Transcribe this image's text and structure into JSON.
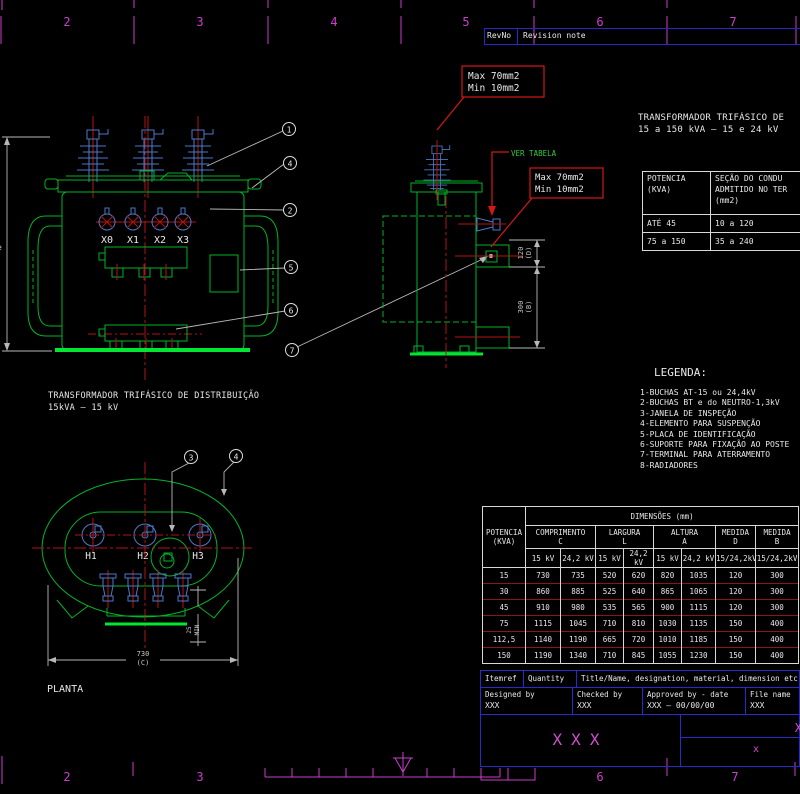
{
  "frame": {
    "top_ruler": [
      "2",
      "3",
      "4",
      "5",
      "6",
      "7"
    ],
    "bottom_ruler": [
      "2",
      "3",
      "6",
      "7"
    ]
  },
  "revision_header": {
    "rev_no": "RevNo",
    "note": "Revision note"
  },
  "annotations": {
    "max_min_top": {
      "line1": "Max 70mm2",
      "line2": "Min 10mm2"
    },
    "max_min_side": {
      "line1": "Max 70mm2",
      "line2": "Min 10mm2"
    },
    "ver_tabela": "VER TABELA"
  },
  "front_view": {
    "lv_bushings": [
      "X0",
      "X1",
      "X2",
      "X3"
    ],
    "callouts": {
      "c1": "1",
      "c2": "2",
      "c4": "4",
      "c5": "5",
      "c6": "6",
      "c7": "7"
    },
    "height_dim_char": "e",
    "title_line1": "TRANSFORMADOR TRIFÁSICO DE DISTRIBUIÇÃO",
    "title_line2": "15kVA – 15 kV"
  },
  "side_view": {
    "dim_d_value": "120",
    "dim_d_ref": "(D)",
    "dim_b_value": "300",
    "dim_b_ref": "(B)"
  },
  "plan_view": {
    "label": "PLANTA",
    "hv_bushings": [
      "H1",
      "H2",
      "H3"
    ],
    "callouts": {
      "c3": "3",
      "c4": "4"
    },
    "dim_c_value": "730",
    "dim_c_ref": "(C)",
    "min_note_value": "25",
    "min_note_unit": "MIN"
  },
  "right_heading": {
    "line1": "TRANSFORMADOR TRIFÁSICO DE",
    "line2": "15 a 150 kVA – 15 e 24 kV"
  },
  "conductor_table": {
    "col1_line1": "POTENCIA",
    "col1_line2": "(KVA)",
    "col2_line1": "SEÇÃO DO CONDU",
    "col2_line2": "ADMITIDO NO TER",
    "col2_line3": "(mm2)",
    "rows": [
      [
        "ATÉ 45",
        "10 a 120"
      ],
      [
        "75 a 150",
        "35 a 240"
      ]
    ]
  },
  "legend": {
    "title": "LEGENDA:",
    "items": [
      "1-BUCHAS AT-15 ou 24,4kV",
      "2-BUCHAS BT e do NEUTRO-1,3kV",
      "3-JANELA DE INSPEÇÃO",
      "4-ELEMENTO PARA SUSPENÇÃO",
      "5-PLACA DE IDENTIFICAÇÃO",
      "6-SUPORTE PARA FIXAÇÃO AO POSTE",
      "7-TERMINAL PARA ATERRAMENTO",
      "8-RADIADORES"
    ]
  },
  "dimensions_table": {
    "title": "DIMENSÕES (mm)",
    "col_potencia_l1": "POTENCIA",
    "col_potencia_l2": "(KVA)",
    "groups": [
      {
        "label": "COMPRIMENTO",
        "sub": "C"
      },
      {
        "label": "LARGURA",
        "sub": "L"
      },
      {
        "label": "ALTURA",
        "sub": "A"
      },
      {
        "label": "MEDIDA",
        "sub": "D"
      },
      {
        "label": "MEDIDA",
        "sub": "B"
      }
    ],
    "kv_headers": [
      "15 kV",
      "24,2 kV",
      "15 kV",
      "24,2 kV",
      "15 kV",
      "24,2 kV",
      "15/24,2kV",
      "15/24,2kV"
    ],
    "rows": [
      [
        "15",
        "730",
        "735",
        "520",
        "620",
        "820",
        "1035",
        "120",
        "300"
      ],
      [
        "30",
        "860",
        "885",
        "525",
        "640",
        "865",
        "1065",
        "120",
        "300"
      ],
      [
        "45",
        "910",
        "980",
        "535",
        "565",
        "900",
        "1115",
        "120",
        "300"
      ],
      [
        "75",
        "1115",
        "1045",
        "710",
        "810",
        "1030",
        "1135",
        "150",
        "400"
      ],
      [
        "112,5",
        "1140",
        "1190",
        "665",
        "720",
        "1010",
        "1185",
        "150",
        "400"
      ],
      [
        "150",
        "1190",
        "1340",
        "710",
        "845",
        "1055",
        "1230",
        "150",
        "400"
      ]
    ]
  },
  "title_block": {
    "itemref": "Itemref",
    "quantity": "Quantity",
    "title_name": "Title/Name, designation, material, dimension etc",
    "designed_label": "Designed by",
    "designed_value": "XXX",
    "checked_label": "Checked by",
    "checked_value": "XXX",
    "approved_label": "Approved by - date",
    "approved_value": "XXX – 00/00/00",
    "file_label": "File name",
    "file_value": "XXX",
    "drawing_title": "XXX",
    "sheet_ref": "X",
    "sheet_sub": "x"
  },
  "colors": {
    "green": "#00b428",
    "bright_green": "#00e632",
    "steel_blue": "#4d79c7",
    "red": "#b41414",
    "bright_red": "#d41818",
    "magenta": "#cd3ecd",
    "frame_blue": "#2828c8",
    "white": "#e8e8e8",
    "gray": "#b8b8b8",
    "dark_red": "#8b1616"
  }
}
